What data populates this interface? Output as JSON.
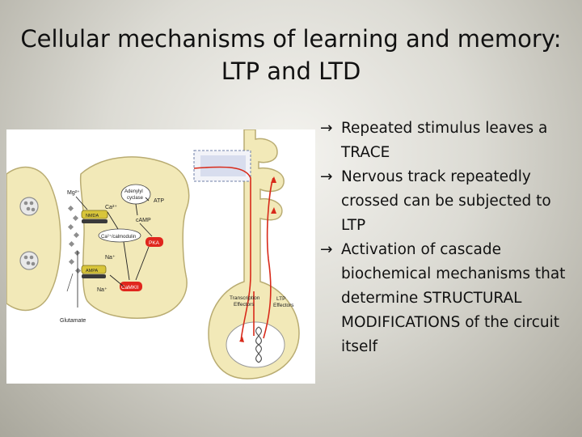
{
  "slide": {
    "title_line1": "Cellular mechanisms of learning and memory:",
    "title_line2": "LTP and LTD"
  },
  "bullets": [
    {
      "arrow": "→",
      "text": "Repeated stimulus leaves a TRACE"
    },
    {
      "arrow": "→",
      "text": "Nervous track repeatedly crossed can be subjected to LTP"
    },
    {
      "arrow": "→",
      "text": "Activation of cascade biochemical mechanisms that determine STRUCTURAL MODIFICATIONS of the circuit itself"
    }
  ],
  "figure": {
    "labels": {
      "mg": "Mg²⁺",
      "nmda": "NMDA",
      "ca": "Ca²⁺",
      "adenylyl": "Adenylyl cyclase",
      "atp": "ATP",
      "camp": "cAMP",
      "calmodulin": "Ca²⁺/calmodulin",
      "pka": "PKA",
      "na1": "Na⁺",
      "ampa": "AMPA",
      "na2": "Na⁺",
      "camkii": "CaMKII",
      "glutamate": "Glutamate",
      "transcription": "Transcription Effectors",
      "ltp_effectors": "LTP Effectors"
    },
    "colors": {
      "cell_fill": "#f2e9b8",
      "cell_stroke": "#b9ac72",
      "receptor": "#d8c53a",
      "kinase": "#e0261d",
      "pathway": "#d82a1a",
      "vesicle": "#8e8e8e",
      "dashed_box": "#6f7fa8"
    }
  }
}
